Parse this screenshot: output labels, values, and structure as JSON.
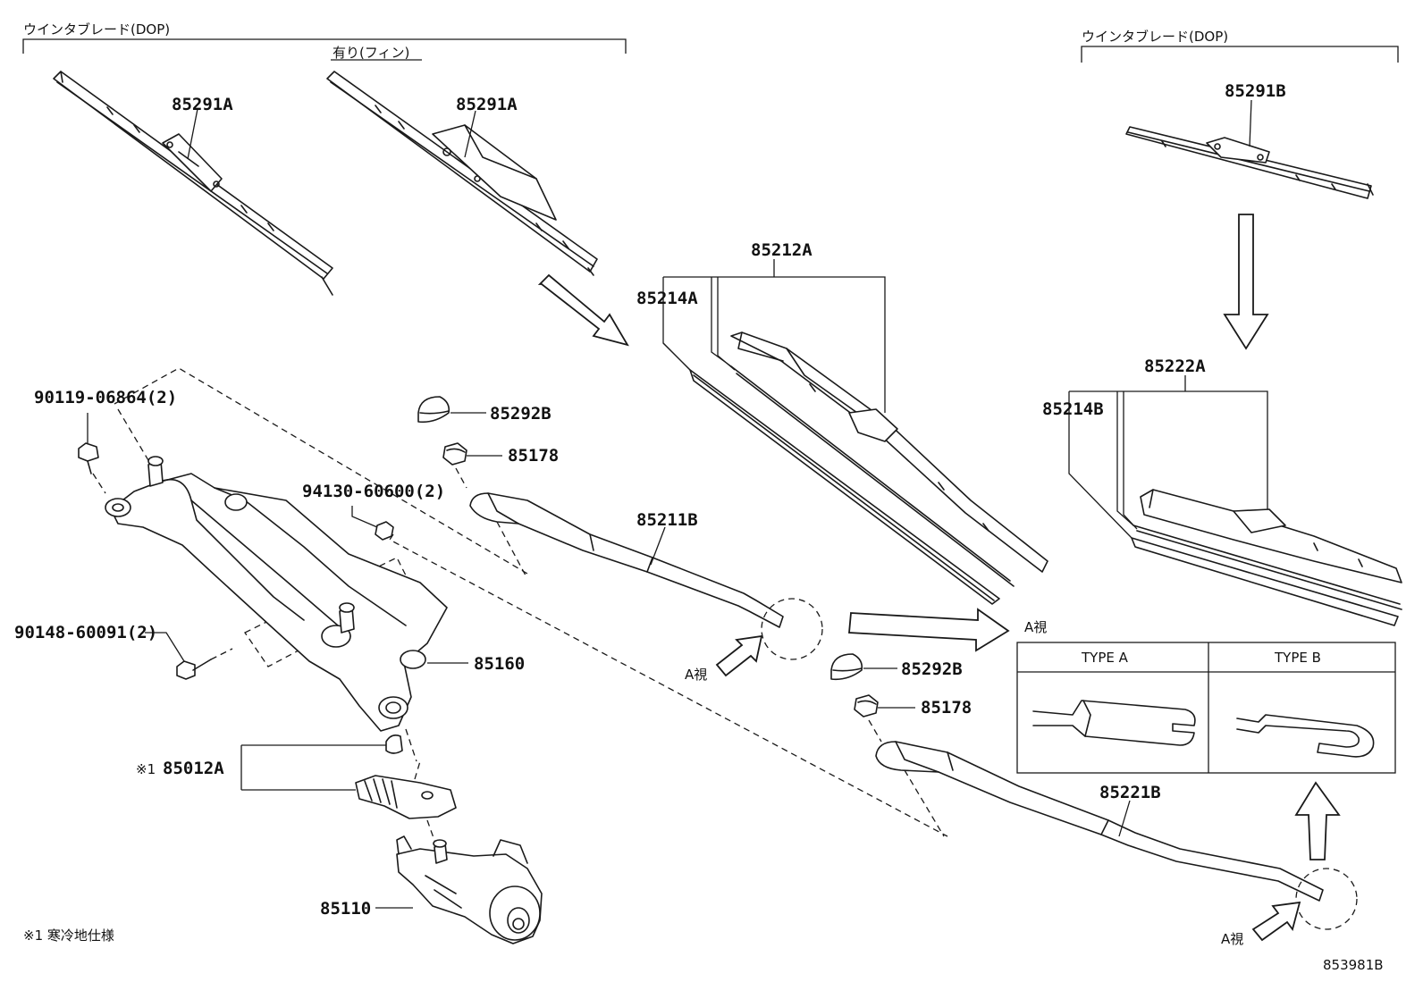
{
  "groups": {
    "front_blade_group": "ウインタブレード(DOP)",
    "fin_variant": "有り(フィン)",
    "rear_blade_group": "ウインタブレード(DOP)"
  },
  "parts": {
    "p85291A_left": "85291A",
    "p85291A_right": "85291A",
    "p85291B": "85291B",
    "p85212A": "85212A",
    "p85214A": "85214A",
    "p85222A": "85222A",
    "p85214B": "85214B",
    "p85292B_upper": "85292B",
    "p85178_upper": "85178",
    "p85211B": "85211B",
    "p85292B_lower": "85292B",
    "p85178_lower": "85178",
    "p85221B": "85221B",
    "p90119": "90119-06864(2)",
    "p94130": "94130-60600(2)",
    "p90148": "90148-60091(2)",
    "p85160": "85160",
    "p85012A": "85012A",
    "p85012A_mark": "※1",
    "p85110": "85110"
  },
  "view": {
    "view_a_arrow_label_1": "A視",
    "view_a_arrow_label_2": "A視",
    "detail_title": "A視",
    "type_a": "TYPE A",
    "type_b": "TYPE B"
  },
  "footnote": "※1 寒冷地仕様",
  "diagram_code": "853981B"
}
